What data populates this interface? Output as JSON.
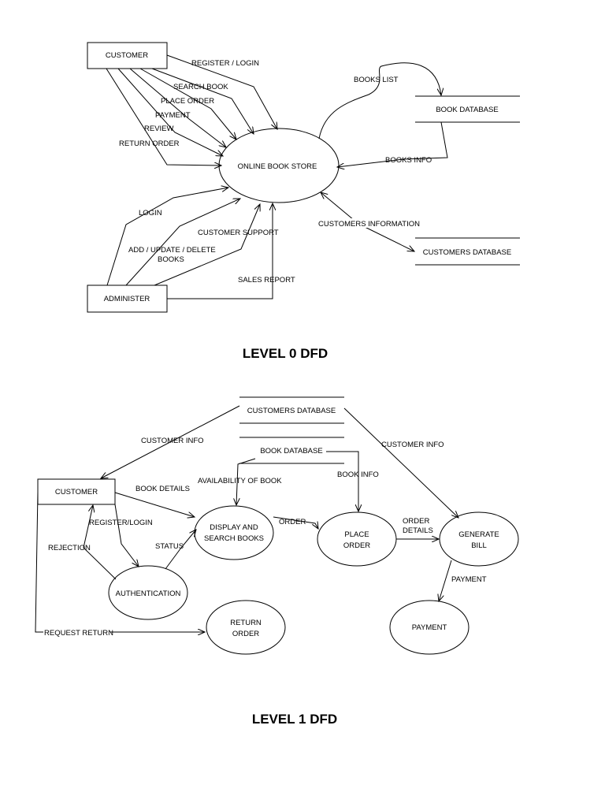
{
  "level0": {
    "title": "LEVEL 0  DFD",
    "customer": "CUSTOMER",
    "administer": "ADMINISTER",
    "store": "ONLINE BOOK STORE",
    "book_db": "BOOK DATABASE",
    "customers_db": "CUSTOMERS DATABASE",
    "flows": {
      "register_login": "REGISTER / LOGIN",
      "search_book": "SEARCH BOOK",
      "place_order": "PLACE ORDER",
      "payment": "PAYMENT",
      "review": "REVIEW",
      "return_order": "RETURN ORDER",
      "login": "LOGIN",
      "add_update_delete_1": "ADD / UPDATE / DELETE",
      "add_update_delete_2": "BOOKS",
      "customer_support": "CUSTOMER SUPPORT",
      "sales_report": "SALES REPORT",
      "books_list": "BOOKS LIST",
      "books_info": "BOOKS INFO",
      "customers_information": "CUSTOMERS INFORMATION"
    }
  },
  "level1": {
    "title": "LEVEL 1  DFD",
    "customers_db": "CUSTOMERS DATABASE",
    "book_db": "BOOK DATABASE",
    "customer": "CUSTOMER",
    "display_1": "DISPLAY AND",
    "display_2": "SEARCH BOOKS",
    "place_order_1": "PLACE",
    "place_order_2": "ORDER",
    "generate_bill_1": "GENERATE",
    "generate_bill_2": "BILL",
    "authentication": "AUTHENTICATION",
    "return_order_1": "RETURN",
    "return_order_2": "ORDER",
    "payment": "PAYMENT",
    "flows": {
      "customer_info_left": "CUSTOMER INFO",
      "customer_info_right": "CUSTOMER INFO",
      "availability": "AVAILABILITY OF BOOK",
      "book_info": "BOOK INFO",
      "book_details": "BOOK DETAILS",
      "register_login": "REGISTER/LOGIN",
      "rejection": "REJECTION",
      "status": "STATUS",
      "order": "ORDER",
      "order_details_1": "ORDER",
      "order_details_2": "DETAILS",
      "payment": "PAYMENT",
      "request_return": "REQUEST RETURN"
    }
  }
}
